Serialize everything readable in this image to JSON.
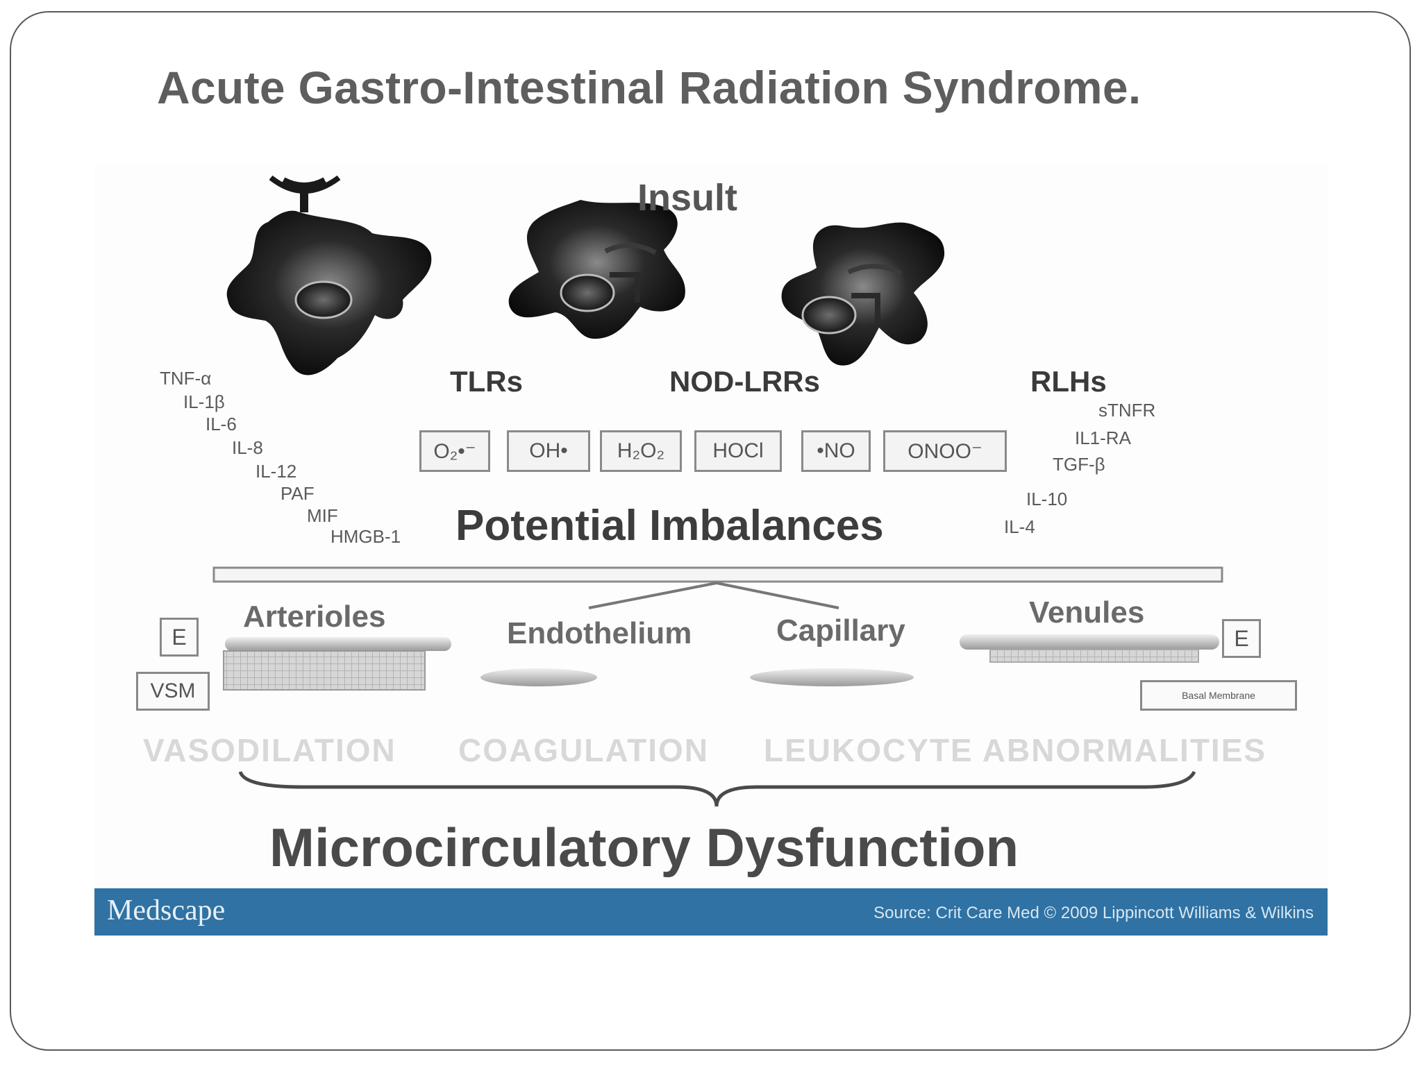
{
  "slide": {
    "title": "Acute Gastro-Intestinal Radiation Syndrome."
  },
  "diagram": {
    "insult": "Insult",
    "receptors": [
      "TLRs",
      "NOD-LRRs",
      "RLHs"
    ],
    "pro_inflammatory": [
      "TNF-α",
      "IL-1β",
      "IL-6",
      "IL-8",
      "IL-12",
      "PAF",
      "MIF",
      "HMGB-1"
    ],
    "anti_inflammatory": [
      "sTNFR",
      "IL1-RA",
      "TGF-β",
      "IL-10",
      "IL-4"
    ],
    "reactive_species": [
      "O₂•⁻",
      "OH•",
      "H₂O₂",
      "HOCl",
      "•NO",
      "ONOO⁻"
    ],
    "imbalance": "Potential Imbalances",
    "vessels": [
      "Arterioles",
      "Endothelium",
      "Capillary",
      "Venules"
    ],
    "layer_labels": {
      "e_left": "E",
      "vsm": "VSM",
      "e_right": "E",
      "basal_membrane": "Basal Membrane"
    },
    "effects": [
      "VASODILATION",
      "COAGULATION",
      "LEUKOCYTE ABNORMALITIES"
    ],
    "outcome": "Microcirculatory Dysfunction",
    "footer": {
      "brand": "Medscape",
      "source": "Source: Crit Care Med © 2009 Lippincott Williams & Wilkins"
    }
  }
}
